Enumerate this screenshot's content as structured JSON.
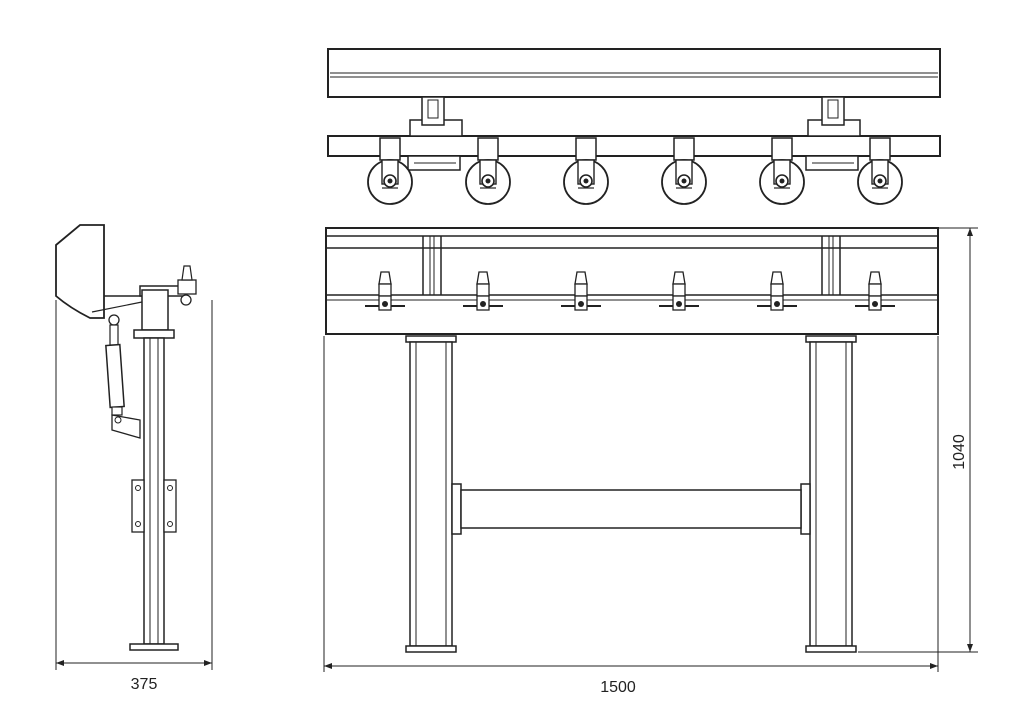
{
  "colors": {
    "line": "#222222",
    "background": "#ffffff"
  },
  "dimensions": {
    "side_width": "375",
    "front_width": "1500",
    "front_height": "1040"
  },
  "top_view": {
    "roller_count": 6
  },
  "front_view": {
    "roller_count": 6
  }
}
